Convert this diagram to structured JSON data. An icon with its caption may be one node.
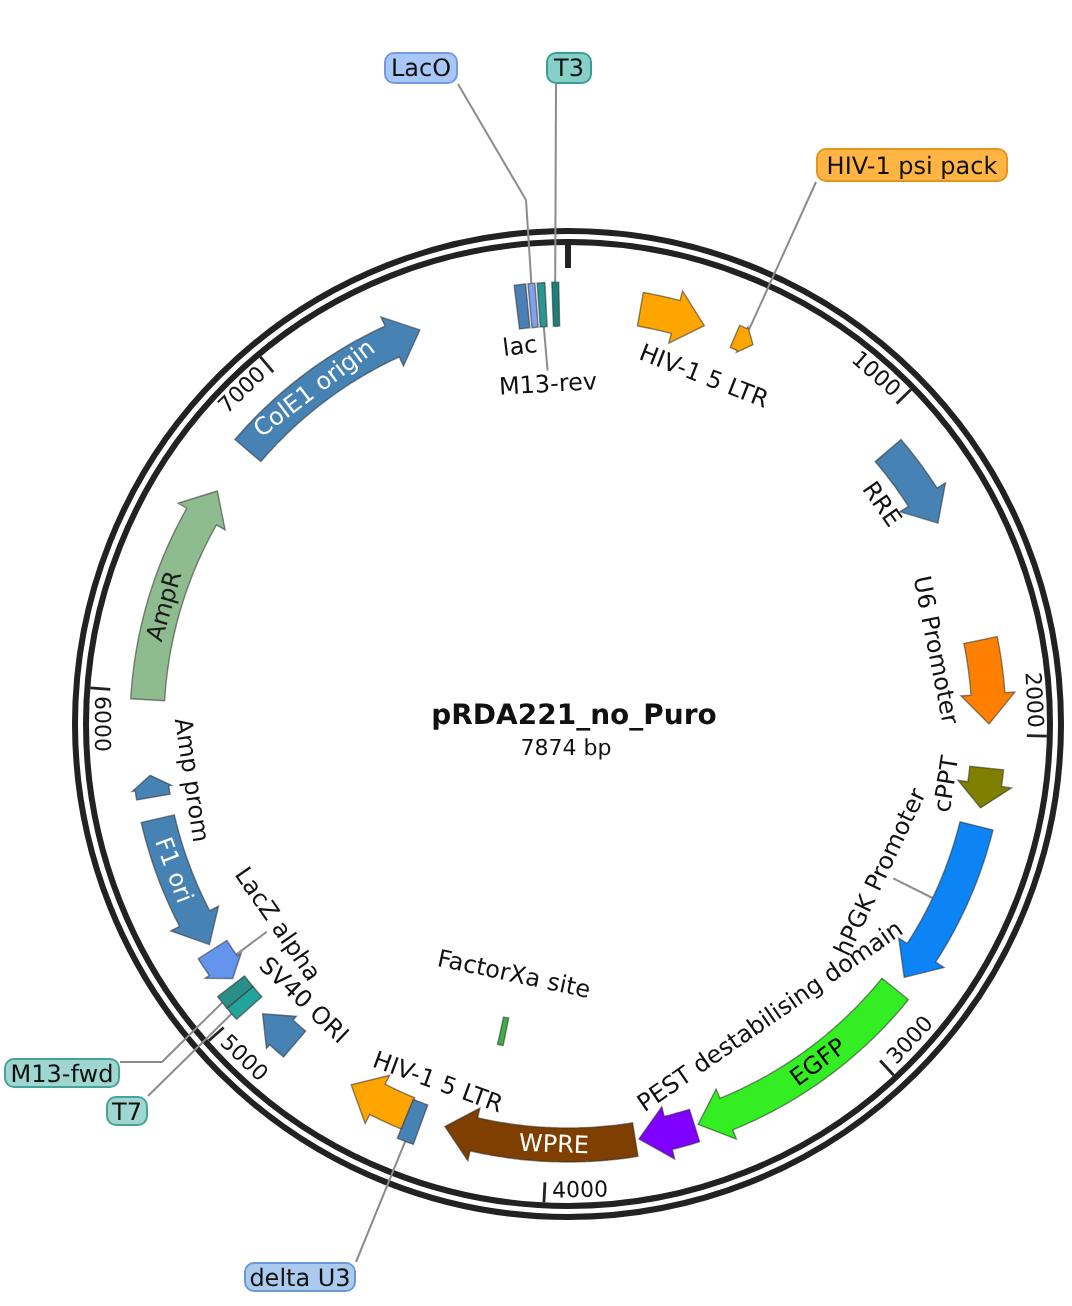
{
  "diagram": {
    "title": "pRDA221_no_Puro",
    "nodes": [
      {
        "text": [
          "LacO"
        ]
      },
      {
        "text": [
          "T3"
        ]
      },
      {
        "text": [
          "HIV-1 psi pack"
        ]
      },
      {
        "text": [],
        "shape": "box",
        "beside": [
          "lac"
        ]
      },
      {
        "text": [],
        "shape": "box"
      },
      {
        "text": [],
        "shape": "box"
      },
      {
        "text": [],
        "shape": "box"
      },
      {
        "text": [
          "M13-rev"
        ]
      },
      {
        "text": [],
        "shape": "arrow",
        "beside": [
          "HIV-1 5 LTR"
        ]
      },
      {
        "text": [],
        "shape": "arrow"
      },
      {
        "text": [],
        "shape": "arrow",
        "beside": [
          "RRE"
        ]
      },
      {
        "text": [],
        "shape": "arrow",
        "beside": [
          "U6 Promoter"
        ]
      },
      {
        "text": [],
        "shape": "arrow",
        "beside": [
          "cPPT"
        ]
      },
      {
        "text": [],
        "shape": "arrow"
      },
      {
        "text": [
          "hPGK Promoter"
        ]
      },
      {
        "text": [
          "EGFP"
        ]
      },
      {
        "text": [],
        "shape": "arrow",
        "beside": [
          "PEST destabilising domain"
        ]
      },
      {
        "text": [
          "WPRE"
        ]
      },
      {
        "text": [],
        "shape": "bar",
        "beside": [
          "FactorXa site"
        ]
      },
      {
        "text": [],
        "shape": "arrow",
        "beside": [
          "HIV-1 5 LTR"
        ]
      },
      {
        "text": [],
        "shape": "box"
      },
      {
        "text": [],
        "shape": "arrow",
        "beside": [
          "SV40 ORI"
        ]
      },
      {
        "text": [],
        "shape": "box"
      },
      {
        "text": [],
        "shape": "box"
      },
      {
        "text": [],
        "shape": "arrow"
      },
      {
        "text": [
          "LacZ alpha"
        ]
      },
      {
        "text": [
          "F1 ori"
        ]
      },
      {
        "text": [],
        "shape": "arrow",
        "beside": [
          "Amp prom"
        ]
      },
      {
        "text": [
          "AmpR"
        ]
      },
      {
        "text": [
          "ColE1 origin"
        ]
      },
      {
        "text": [
          "M13-fwd"
        ]
      },
      {
        "text": [
          "T7"
        ]
      },
      {
        "text": [
          "delta U3"
        ]
      }
    ],
    "edges": [
      {
        "from": 0,
        "to": 4,
        "arrow": "none"
      },
      {
        "from": 1,
        "to": 6,
        "arrow": "none"
      },
      {
        "from": 2,
        "to": 9,
        "arrow": "none"
      },
      {
        "from": 7,
        "to": 5,
        "arrow": "none"
      },
      {
        "from": 14,
        "to": 13,
        "arrow": "none"
      },
      {
        "from": 25,
        "to": 24,
        "arrow": "none"
      },
      {
        "from": 30,
        "to": 23,
        "arrow": "none"
      },
      {
        "from": 31,
        "to": 22,
        "arrow": "none"
      },
      {
        "from": 32,
        "to": 20,
        "arrow": "none"
      }
    ],
    "labels": [
      "7874 bp",
      "1000",
      "2000",
      "3000",
      "4000",
      "5000",
      "6000",
      "7000"
    ]
  }
}
